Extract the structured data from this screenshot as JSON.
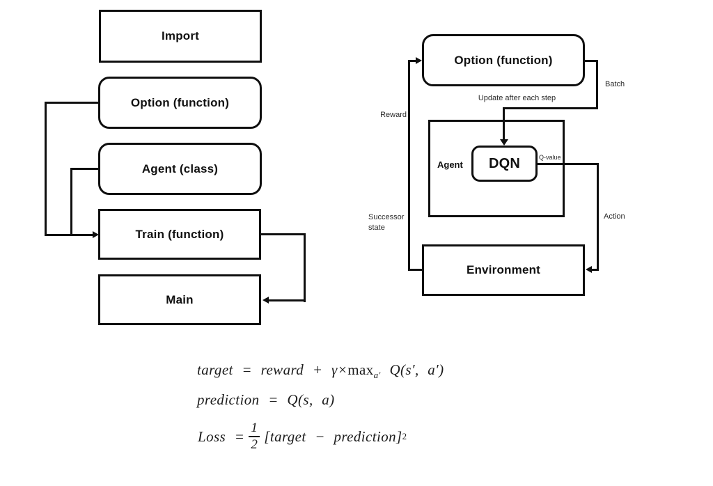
{
  "left_flowchart": {
    "boxes": [
      {
        "label": "Import"
      },
      {
        "label": "Option (function)"
      },
      {
        "label": "Agent (class)"
      },
      {
        "label": "Train (function)"
      },
      {
        "label": "Main"
      }
    ]
  },
  "right_diagram": {
    "option_label": "Option (function)",
    "agent_label": "Agent",
    "dqn_label": "DQN",
    "environment_label": "Environment",
    "edge_labels": {
      "batch": "Batch",
      "update": "Update after each step",
      "reward": "Reward",
      "successor_line1": "Successor",
      "successor_line2": "state",
      "qvalue": "Q-value",
      "action": "Action"
    }
  },
  "formulas": {
    "target": {
      "pre": "target = reward + γ×",
      "max": "max",
      "sub": "a′",
      "post": " Q(s′, a′)"
    },
    "prediction": "prediction = Q(s, a)",
    "loss": {
      "pre": "Loss =",
      "num": "1",
      "den": "2",
      "body": "[target − prediction]",
      "sup": "2"
    }
  }
}
